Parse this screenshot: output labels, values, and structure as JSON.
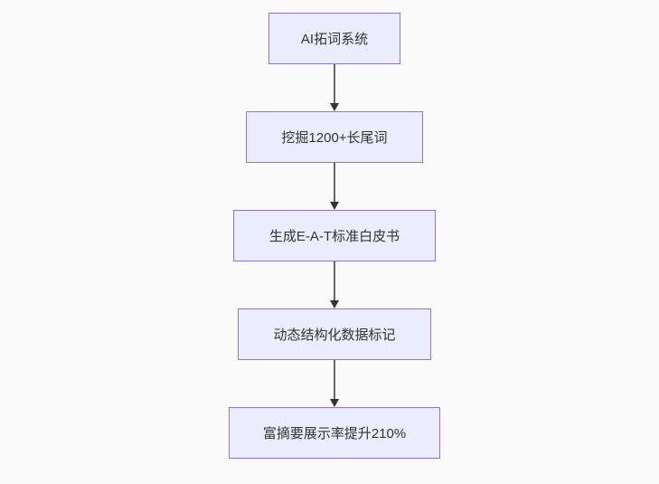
{
  "diagram": {
    "type": "flowchart",
    "direction": "top-down",
    "nodes": [
      {
        "id": "n1",
        "label": "AI拓词系统"
      },
      {
        "id": "n2",
        "label": "挖掘1200+长尾词"
      },
      {
        "id": "n3",
        "label": "生成E-A-T标准白皮书"
      },
      {
        "id": "n4",
        "label": "动态结构化数据标记"
      },
      {
        "id": "n5",
        "label": "富摘要展示率提升210%"
      }
    ],
    "edges": [
      {
        "from": "n1",
        "to": "n2",
        "style": "arrow-down"
      },
      {
        "from": "n2",
        "to": "n3",
        "style": "arrow-down"
      },
      {
        "from": "n3",
        "to": "n4",
        "style": "arrow-down"
      },
      {
        "from": "n4",
        "to": "n5",
        "style": "arrow-down"
      }
    ],
    "colors": {
      "background": "#fafafa",
      "node_fill": "#ECECFF",
      "node_border": "#9370DB",
      "text": "#333333",
      "arrow_line": "#666666",
      "arrow_head": "#333333"
    }
  }
}
